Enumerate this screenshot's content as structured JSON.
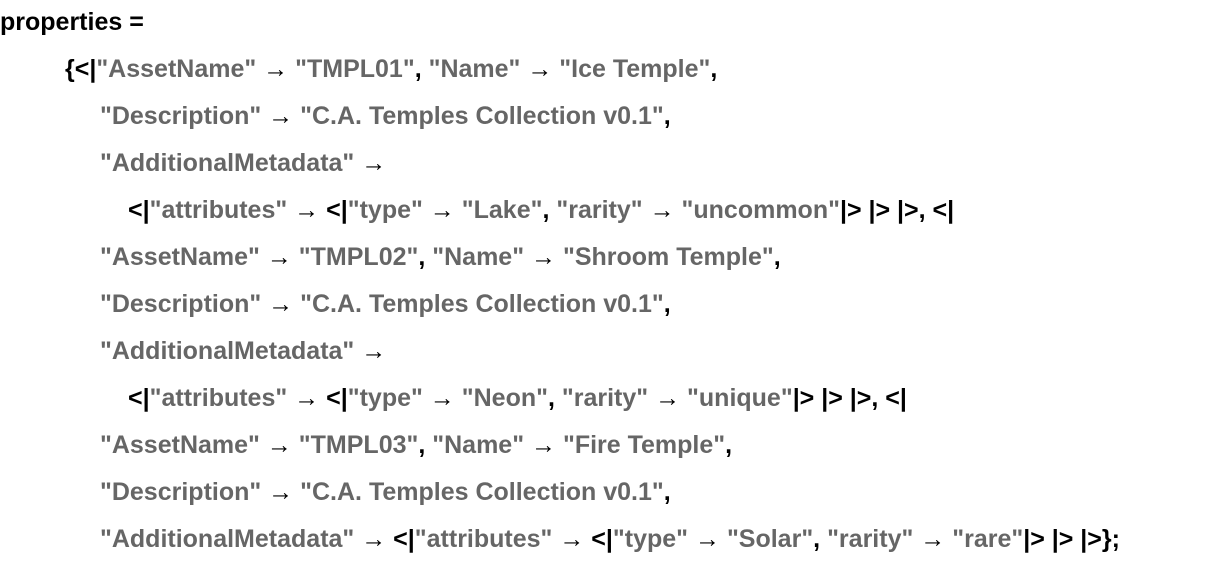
{
  "cell": {
    "lines": [
      [
        {
          "t": "properties =",
          "k": "p"
        }
      ],
      [
        {
          "t": "{<|",
          "k": "p"
        },
        {
          "t": "\"AssetName\"",
          "k": "s"
        },
        {
          "t": " → ",
          "k": "p"
        },
        {
          "t": "\"TMPL01\"",
          "k": "s"
        },
        {
          "t": ", ",
          "k": "p"
        },
        {
          "t": "\"Name\"",
          "k": "s"
        },
        {
          "t": " → ",
          "k": "p"
        },
        {
          "t": "\"Ice Temple\"",
          "k": "s"
        },
        {
          "t": ",",
          "k": "p"
        }
      ],
      [
        {
          "t": "\"Description\"",
          "k": "s"
        },
        {
          "t": " → ",
          "k": "p"
        },
        {
          "t": "\"C.A. Temples Collection v0.1\"",
          "k": "s"
        },
        {
          "t": ",",
          "k": "p"
        }
      ],
      [
        {
          "t": "\"AdditionalMetadata\"",
          "k": "s"
        },
        {
          "t": " →",
          "k": "p"
        }
      ],
      [
        {
          "t": "<|",
          "k": "p"
        },
        {
          "t": "\"attributes\"",
          "k": "s"
        },
        {
          "t": " → <|",
          "k": "p"
        },
        {
          "t": "\"type\"",
          "k": "s"
        },
        {
          "t": " → ",
          "k": "p"
        },
        {
          "t": "\"Lake\"",
          "k": "s"
        },
        {
          "t": ", ",
          "k": "p"
        },
        {
          "t": "\"rarity\"",
          "k": "s"
        },
        {
          "t": " → ",
          "k": "p"
        },
        {
          "t": "\"uncommon\"",
          "k": "s"
        },
        {
          "t": "|> |> |>, <|",
          "k": "p"
        }
      ],
      [
        {
          "t": "\"AssetName\"",
          "k": "s"
        },
        {
          "t": " → ",
          "k": "p"
        },
        {
          "t": "\"TMPL02\"",
          "k": "s"
        },
        {
          "t": ", ",
          "k": "p"
        },
        {
          "t": "\"Name\"",
          "k": "s"
        },
        {
          "t": " → ",
          "k": "p"
        },
        {
          "t": "\"Shroom Temple\"",
          "k": "s"
        },
        {
          "t": ",",
          "k": "p"
        }
      ],
      [
        {
          "t": "\"Description\"",
          "k": "s"
        },
        {
          "t": " → ",
          "k": "p"
        },
        {
          "t": "\"C.A. Temples Collection v0.1\"",
          "k": "s"
        },
        {
          "t": ",",
          "k": "p"
        }
      ],
      [
        {
          "t": "\"AdditionalMetadata\"",
          "k": "s"
        },
        {
          "t": " →",
          "k": "p"
        }
      ],
      [
        {
          "t": "<|",
          "k": "p"
        },
        {
          "t": "\"attributes\"",
          "k": "s"
        },
        {
          "t": " → <|",
          "k": "p"
        },
        {
          "t": "\"type\"",
          "k": "s"
        },
        {
          "t": " → ",
          "k": "p"
        },
        {
          "t": "\"Neon\"",
          "k": "s"
        },
        {
          "t": ", ",
          "k": "p"
        },
        {
          "t": "\"rarity\"",
          "k": "s"
        },
        {
          "t": " → ",
          "k": "p"
        },
        {
          "t": "\"unique\"",
          "k": "s"
        },
        {
          "t": "|> |> |>, <|",
          "k": "p"
        }
      ],
      [
        {
          "t": "\"AssetName\"",
          "k": "s"
        },
        {
          "t": " → ",
          "k": "p"
        },
        {
          "t": "\"TMPL03\"",
          "k": "s"
        },
        {
          "t": ", ",
          "k": "p"
        },
        {
          "t": "\"Name\"",
          "k": "s"
        },
        {
          "t": " → ",
          "k": "p"
        },
        {
          "t": "\"Fire Temple\"",
          "k": "s"
        },
        {
          "t": ",",
          "k": "p"
        }
      ],
      [
        {
          "t": "\"Description\"",
          "k": "s"
        },
        {
          "t": " → ",
          "k": "p"
        },
        {
          "t": "\"C.A. Temples Collection v0.1\"",
          "k": "s"
        },
        {
          "t": ",",
          "k": "p"
        }
      ],
      [
        {
          "t": "\"AdditionalMetadata\"",
          "k": "s"
        },
        {
          "t": " → <|",
          "k": "p"
        },
        {
          "t": "\"attributes\"",
          "k": "s"
        },
        {
          "t": " → <|",
          "k": "p"
        },
        {
          "t": "\"type\"",
          "k": "s"
        },
        {
          "t": " → ",
          "k": "p"
        },
        {
          "t": "\"Solar\"",
          "k": "s"
        },
        {
          "t": ", ",
          "k": "p"
        },
        {
          "t": "\"rarity\"",
          "k": "s"
        },
        {
          "t": " → ",
          "k": "p"
        },
        {
          "t": "\"rare\"",
          "k": "s"
        },
        {
          "t": "|> |> |>};",
          "k": "p"
        }
      ]
    ]
  },
  "colors": {
    "string": "#666666",
    "plain": "#000000"
  }
}
